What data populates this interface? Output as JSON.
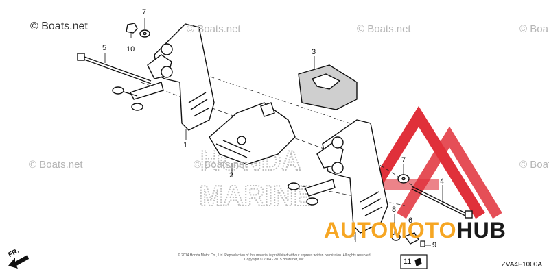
{
  "watermarks": [
    "© Boats.net",
    "© Boats.net",
    "© Boats.net",
    "© Boats.net",
    "© Boats.net",
    "© Boats.net",
    "© Boats.net"
  ],
  "callouts": {
    "c1a": "1",
    "c1b": "1",
    "c2": "2",
    "c3": "3",
    "c4": "4",
    "c5": "5",
    "c6": "6",
    "c7a": "7",
    "c7b": "7",
    "c8": "8",
    "c9": "9",
    "c10": "10",
    "c11": "11"
  },
  "background_text": [
    "HONDA",
    "MARINE"
  ],
  "legal_text": "© 2014 Honda Motor Co., Ltd. Reproduction of this material is prohibited without express written permission. All rights reserved.",
  "copyright": "Copyright © 2004 - 2015 Boats.net, Inc.",
  "direction_label": "FR.",
  "diagram_code": "ZVA4F1000A",
  "brand": {
    "part1": "AUTO",
    "part2": "MOTO",
    "part3": "HUB"
  },
  "colors": {
    "logo_red": "#e0303a",
    "brand_orange": "#f6a623",
    "brand_dark": "#1a1a1a",
    "line": "#111111"
  }
}
